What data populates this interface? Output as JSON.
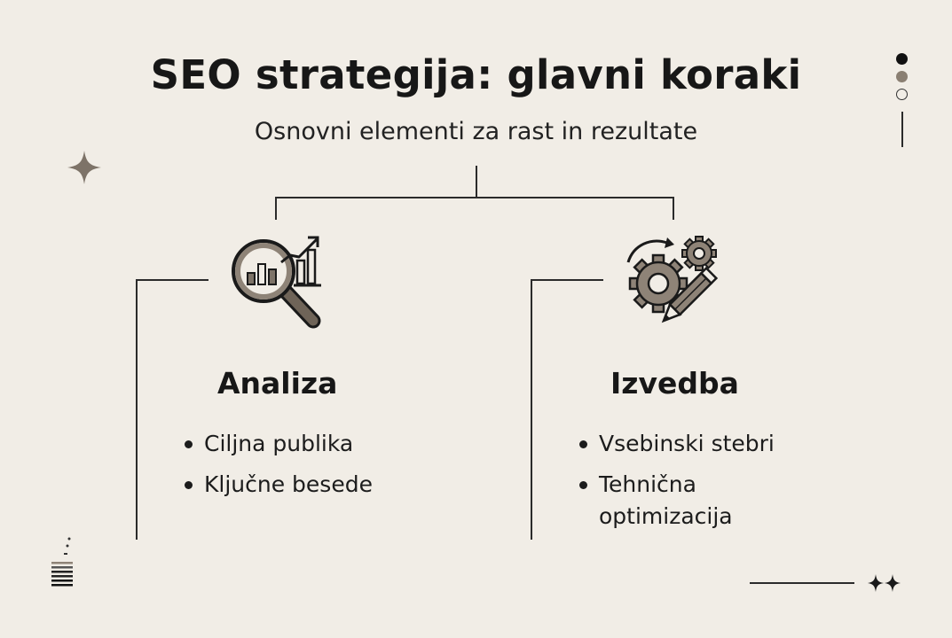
{
  "title": "SEO strategija: glavni koraki",
  "subtitle": "Osnovni elementi za rast in rezultate",
  "columns": [
    {
      "title": "Analiza",
      "icon": "magnifier-chart-icon",
      "bullets": [
        "Ciljna publika",
        "Ključne besede"
      ]
    },
    {
      "title": "Izvedba",
      "icon": "gears-pencil-icon",
      "bullets": [
        "Vsebinski stebri",
        "Tehnična optimizacija"
      ]
    }
  ],
  "colors": {
    "background": "#f1ede6",
    "ink": "#171717",
    "accent": "#7d7368"
  }
}
